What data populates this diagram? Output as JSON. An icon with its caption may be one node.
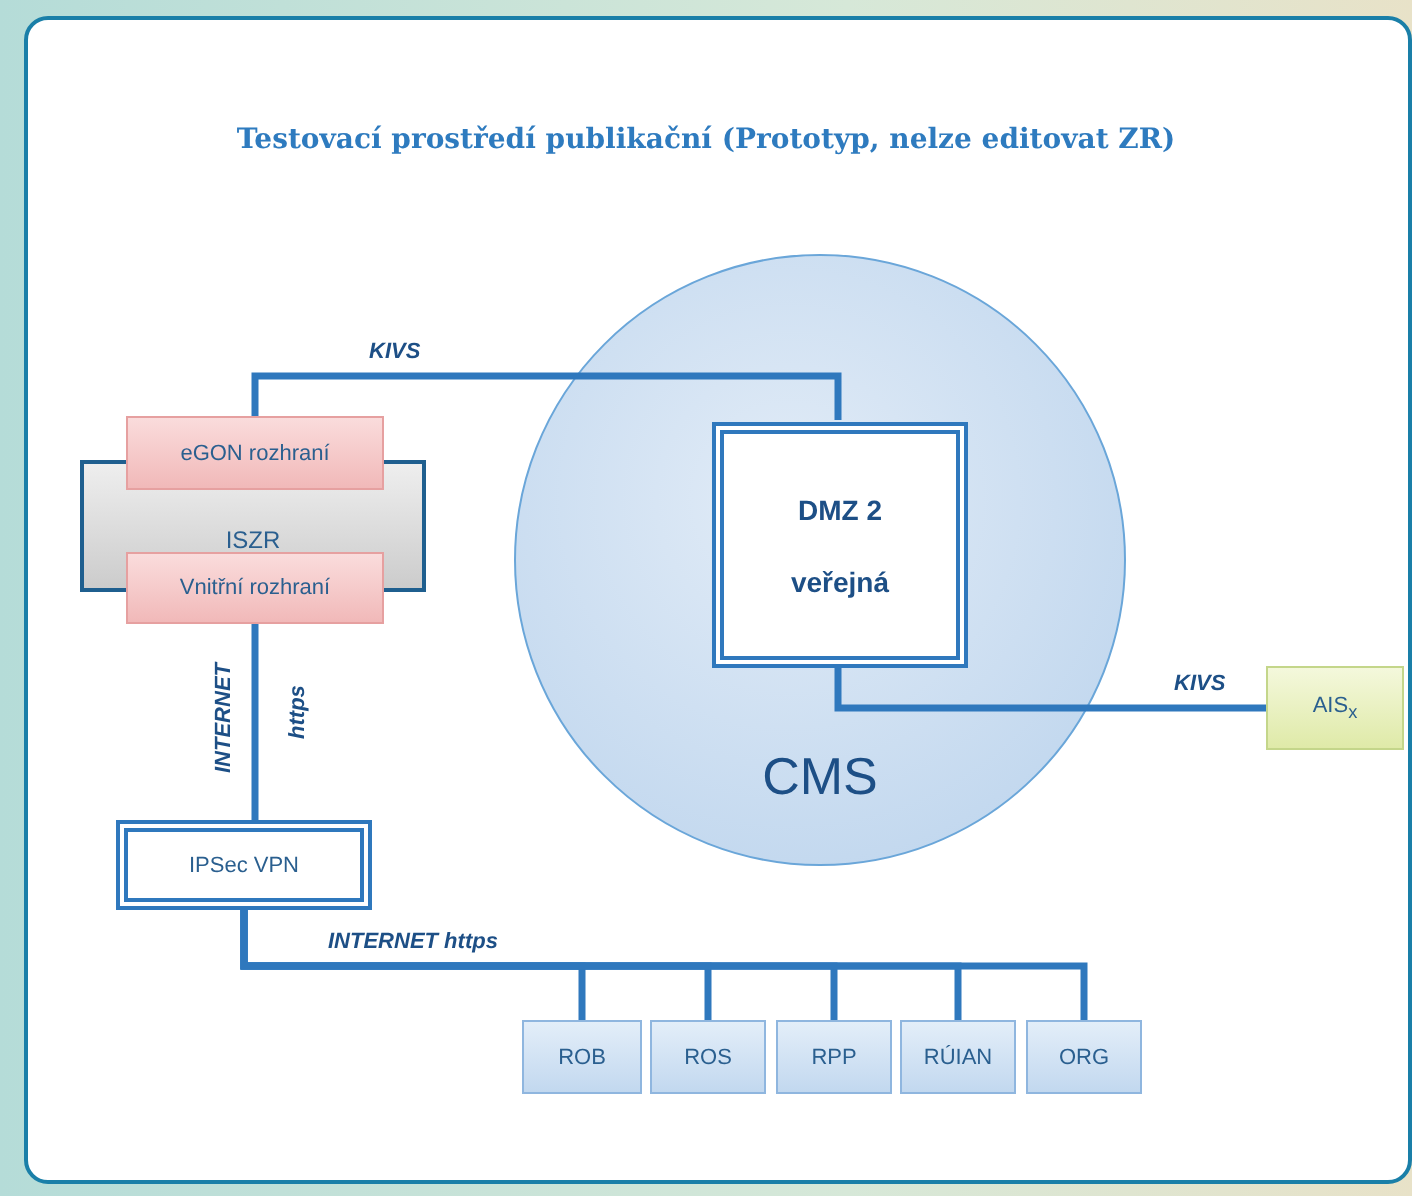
{
  "diagram": {
    "title": "Testovací prostředí publikační (Prototyp, nelze editovat ZR)",
    "nodes": [
      {
        "text": [
          "ISZR"
        ]
      },
      {
        "text": [
          "eGON rozhraní"
        ]
      },
      {
        "text": [
          "Vnitřní rozhraní"
        ]
      },
      {
        "text": [
          "CMS"
        ]
      },
      {
        "text": [
          "DMZ 2",
          "veřejná"
        ],
        "in": 3
      },
      {
        "text": [
          "AIS$_{x}$"
        ]
      },
      {
        "text": [
          "IPSec VPN"
        ]
      },
      {
        "text": [
          "ROB"
        ]
      },
      {
        "text": [
          "ROS"
        ]
      },
      {
        "text": [
          "RPP"
        ]
      },
      {
        "text": [
          "RÚIAN"
        ]
      },
      {
        "text": [
          "ORG"
        ]
      }
    ],
    "edges": [
      {
        "from": 1,
        "to": 4,
        "arrow": "none",
        "label": "KIVS"
      },
      {
        "from": 4,
        "to": 5,
        "arrow": "none",
        "label": "KIVS"
      },
      {
        "from": 2,
        "to": 6,
        "arrow": "none",
        "label": "INTERNET"
      },
      {
        "from": 6,
        "to": 7,
        "arrow": "none",
        "label": "INTERNET https"
      },
      {
        "from": 6,
        "to": 8,
        "arrow": "none"
      },
      {
        "from": 6,
        "to": 9,
        "arrow": "none"
      },
      {
        "from": 6,
        "to": 10,
        "arrow": "none"
      },
      {
        "from": 6,
        "to": 11,
        "arrow": "none"
      }
    ],
    "labels": [
      "https"
    ]
  }
}
